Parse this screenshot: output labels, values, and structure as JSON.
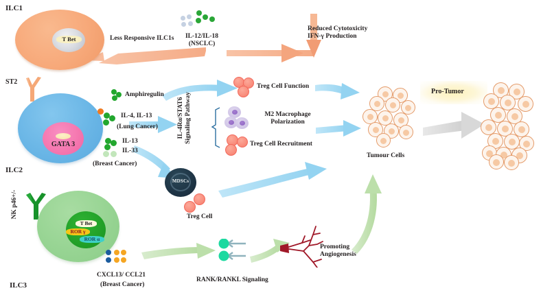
{
  "figure": {
    "title": "Innate lymphoid cell pro-tumor signaling schematic",
    "type": "biological-pathway-diagram"
  },
  "row_labels": {
    "ilc1": "ILC1",
    "ilc2": "ILC2",
    "ilc3": "ILC3"
  },
  "receptors": {
    "st2": "ST2",
    "nkp46": "NK p46+/-"
  },
  "nucleus_factors": {
    "ilc1_tbet": "T Bet",
    "ilc2_gata3": "GATA 3",
    "ilc3_tbet": "T Bet",
    "ilc3_rorg": "ROR γ",
    "ilc3_rora": "ROR α"
  },
  "ilc1_row": {
    "less_responsive": "Less Responsive ILC1s",
    "cytokines_line1": "IL-12/IL-18",
    "cytokines_line2": "(NSCLC)",
    "outcome_line1": "Reduced Cytotoxicity",
    "outcome_line2": "IFN-γ Production"
  },
  "ilc2_row": {
    "amphiregulin": "Amphiregulin",
    "lung_cytokines": "IL-4, IL-13",
    "lung_context": "(Lung Cancer)",
    "breast_cytokine_1": "IL-13",
    "breast_cytokine_2": "IL-33",
    "breast_context": "(Breast Cancer)",
    "pathway_line1": "IL-4Rα/STAT6",
    "pathway_line2": "Signaling Pathway",
    "treg_function": "Treg Cell Function",
    "m2_line1": "M2 Macrophage",
    "m2_line2": "Polarization",
    "treg_recruitment": "Treg Cell Recruitment",
    "mdscs": "MDSCs",
    "treg_cell": "Treg Cell"
  },
  "ilc3_row": {
    "chemokines": "CXCL13/ CCL21",
    "context": "(Breast Cancer)",
    "rank_signaling": "RANK/RANKL Signaling",
    "angio_line1": "Promoting",
    "angio_line2": "Angiogenesis"
  },
  "tumour": {
    "label": "Tumour Cells",
    "pro_tumor": "Pro-Tumor"
  },
  "colors": {
    "ilc1_cell": "#f7a97a",
    "ilc1_nucleus": "#cdd2da",
    "ilc2_cell": "#6ab6e6",
    "ilc2_nucleus": "#f578b0",
    "ilc3_cell": "#97d493",
    "ilc3_nucleus": "#22a028",
    "peach_arrow": "#f6b593",
    "blue_arrow": "#a9dcf5",
    "green_arrow": "#c3e3b9",
    "gray_arrow": "#dcdcdc",
    "treg_cell": "#f98d7c",
    "macrophage": "#cfc3e6",
    "macrophage_nucleus": "#8e63c2",
    "mdsc": "#1e3445",
    "rank_receptor_green": "#1dd9a0",
    "rank_stem": "#8fb3bd",
    "vessel_red": "#a01828",
    "cytokine_green": "#22a72e",
    "cytokine_lightgreen": "#bfe6b8",
    "cytokine_orange": "#f07a21",
    "cytokine_gray_blue": "#c2cfe0",
    "chemokine_blue": "#1b5c9e",
    "chemokine_orange": "#f5a623",
    "pro_tumor_glow": "#fdf2bd",
    "tumour_cell_outline": "#e49a68",
    "tumour_cell_fill": "#fdf4ec",
    "text": "#231f20"
  },
  "cytokine_dots": {
    "il12_il18_gray": 4,
    "il12_il18_green": 4,
    "amphiregulin_green": 3,
    "lung_orange": 1,
    "lung_green": 3,
    "breast_green": 3,
    "breast_lightgreen": 2,
    "chemokine_blue": 2,
    "chemokine_orange": 4
  }
}
